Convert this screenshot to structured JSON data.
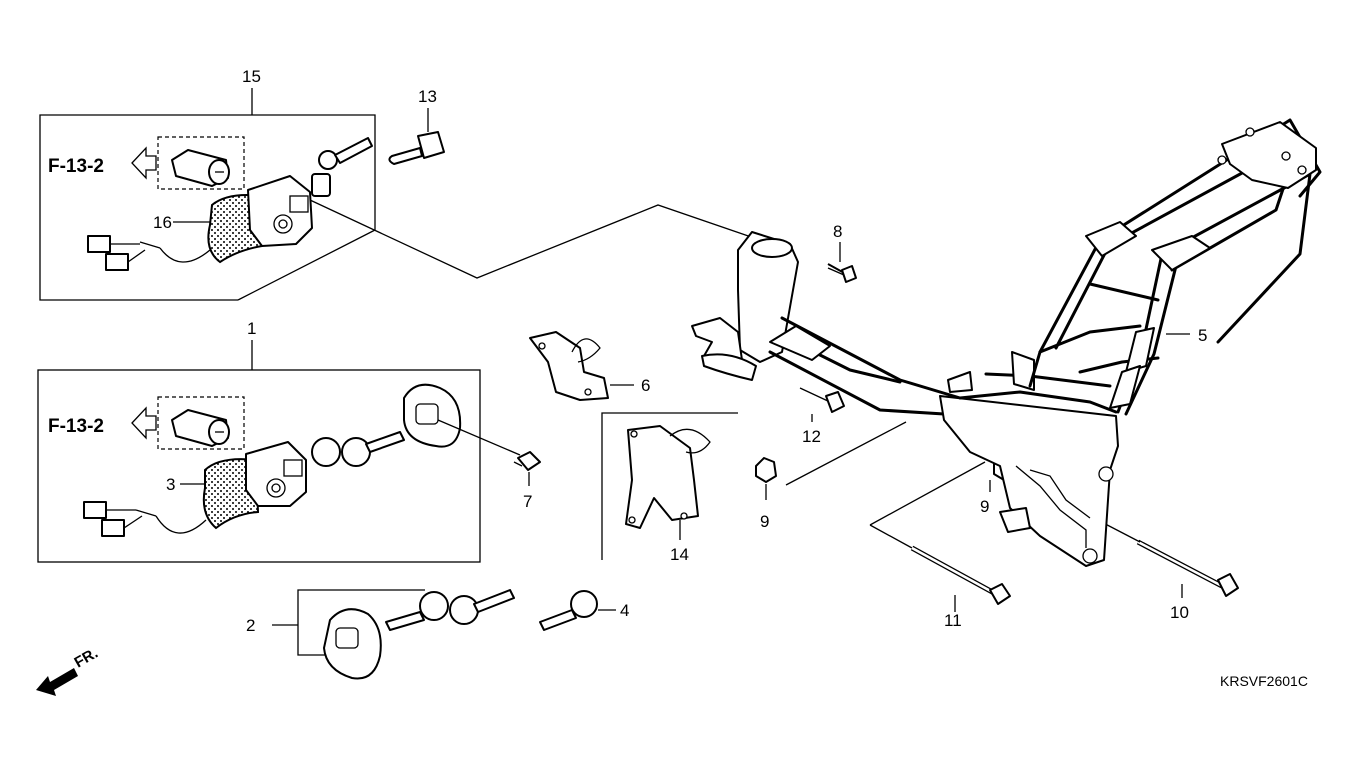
{
  "drawing_code": "KRSVF2601C",
  "front_label": "FR.",
  "ref_labels": {
    "ref_1": "F-13-2",
    "ref_2": "F-13-2"
  },
  "callouts": {
    "c1": "1",
    "c2": "2",
    "c3": "3",
    "c4": "4",
    "c5": "5",
    "c6": "6",
    "c7": "7",
    "c8": "8",
    "c9a": "9",
    "c9b": "9",
    "c10": "10",
    "c11": "11",
    "c12": "12",
    "c13": "13",
    "c14": "14",
    "c15": "15",
    "c16": "16"
  }
}
